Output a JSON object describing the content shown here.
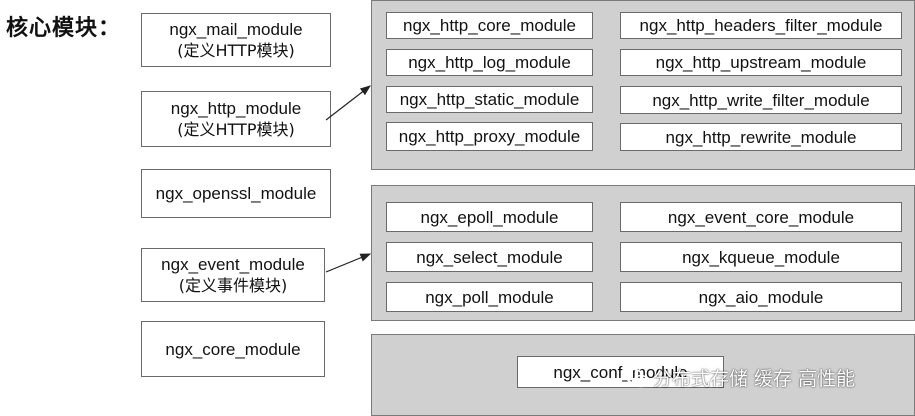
{
  "title": "核心模块：",
  "left_modules": [
    {
      "name": "ngx_mail_module",
      "desc": "(定义HTTP模块)"
    },
    {
      "name": "ngx_http_module",
      "desc": "(定义HTTP模块)"
    },
    {
      "name": "ngx_openssl_module",
      "desc": ""
    },
    {
      "name": "ngx_event_module",
      "desc": "(定义事件模块)"
    },
    {
      "name": "ngx_core_module",
      "desc": ""
    }
  ],
  "http_panel": {
    "modules": [
      "ngx_http_core_module",
      "ngx_http_headers_filter_module",
      "ngx_http_log_module",
      "ngx_http_upstream_module",
      "ngx_http_static_module",
      "ngx_http_write_filter_module",
      "ngx_http_proxy_module",
      "ngx_http_rewrite_module"
    ]
  },
  "event_panel": {
    "modules": [
      "ngx_epoll_module",
      "ngx_event_core_module",
      "ngx_select_module",
      "ngx_kqueue_module",
      "ngx_poll_module",
      "ngx_aio_module"
    ]
  },
  "conf_panel": {
    "module": "ngx_conf_module"
  },
  "watermark": "分布式存储 缓存 高性能",
  "colors": {
    "panel": "#d0d0d0",
    "border": "#6a6a6a",
    "text": "#111111"
  }
}
